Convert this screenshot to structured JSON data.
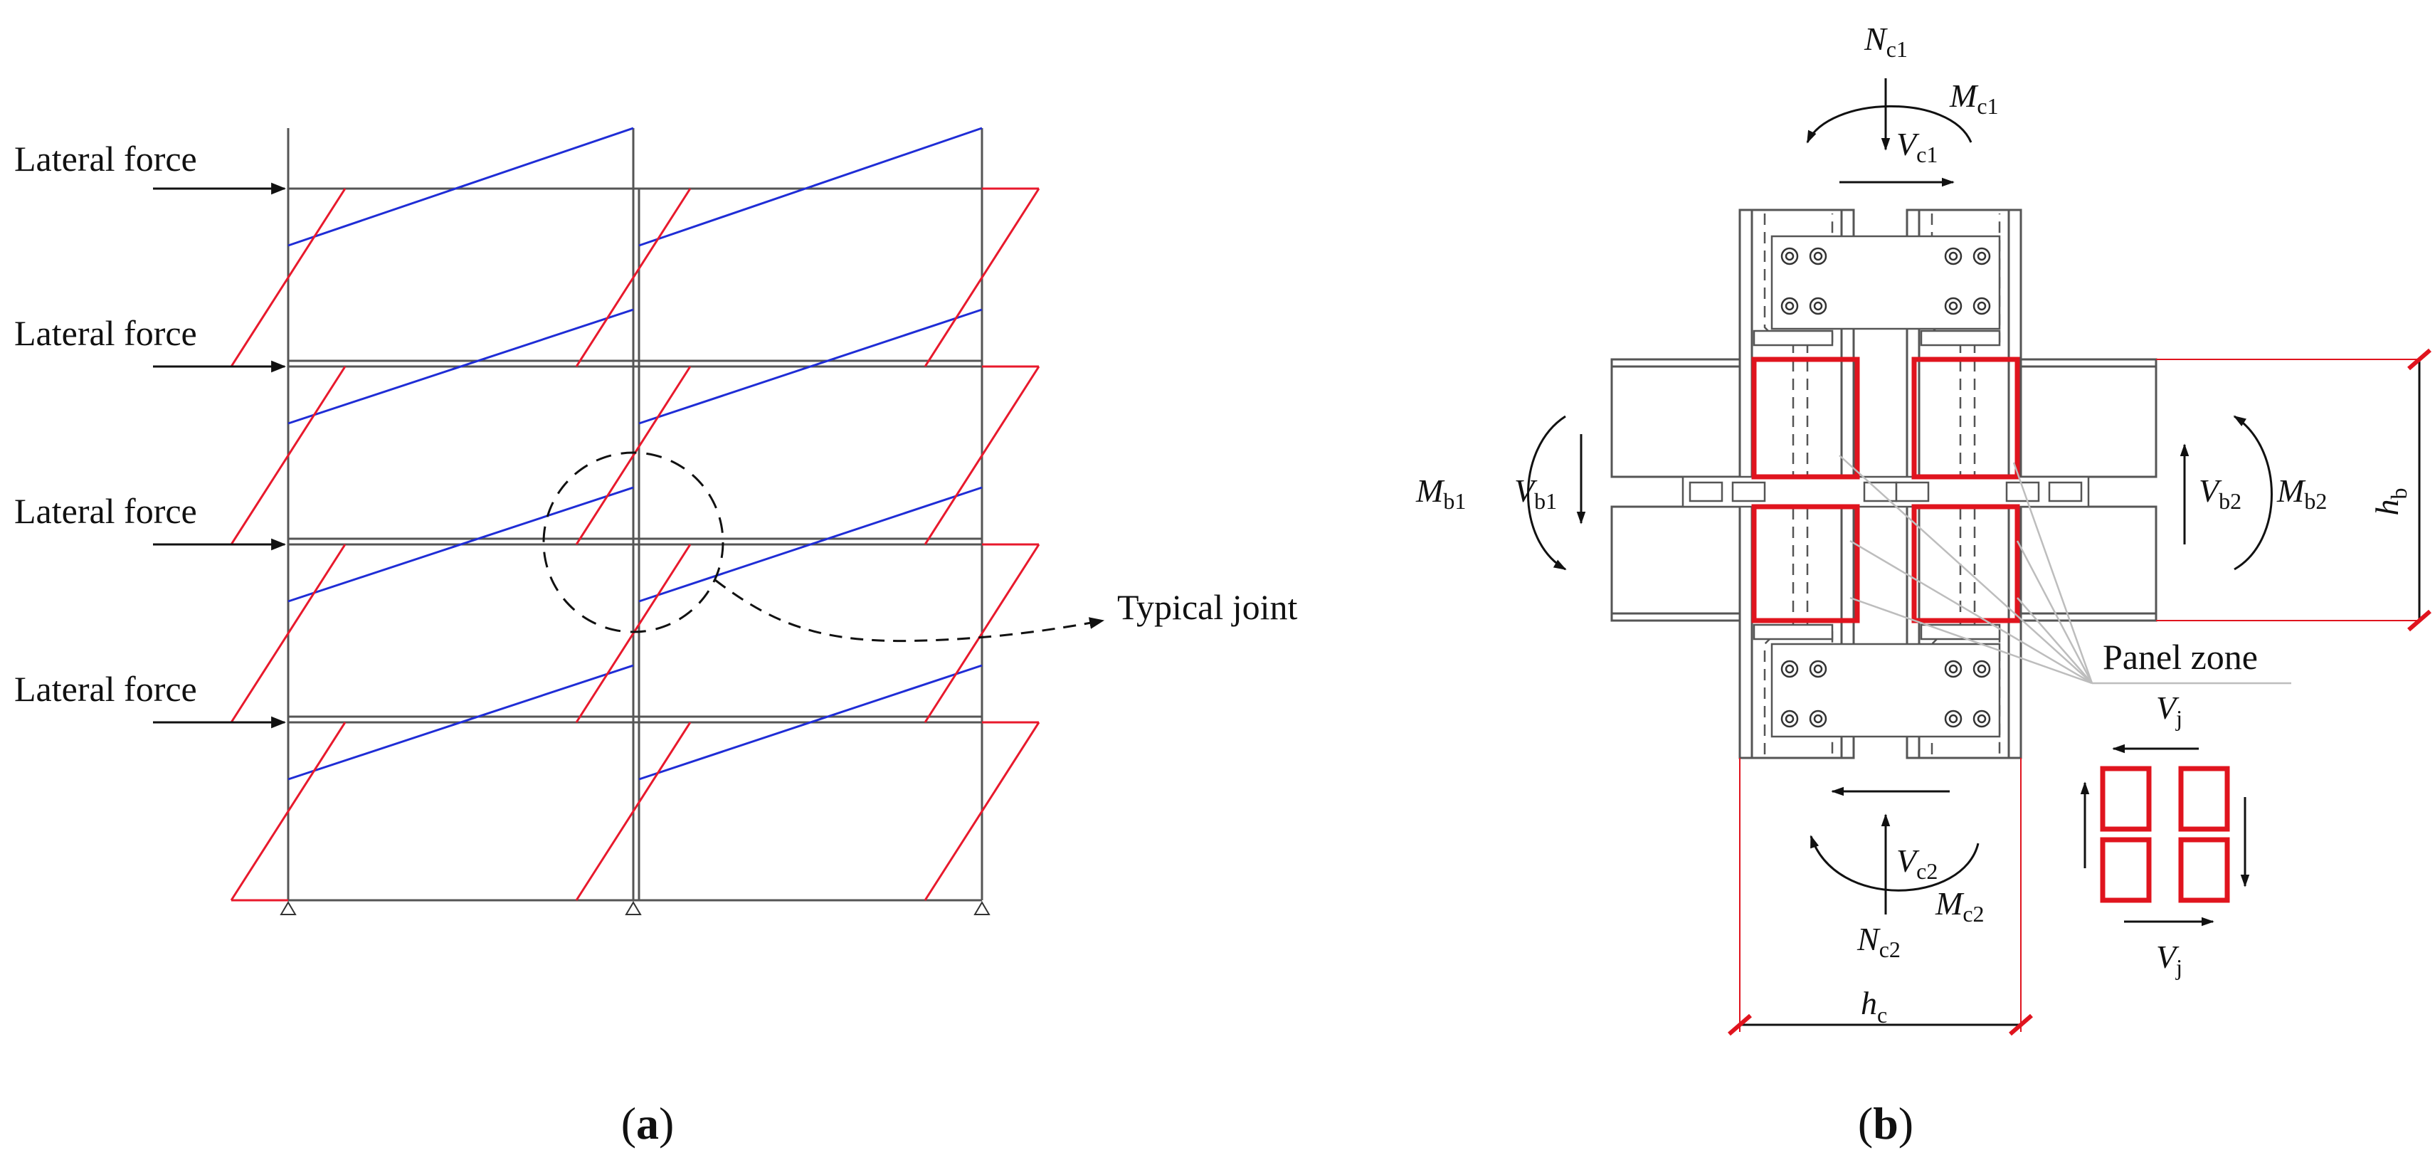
{
  "panel_a": {
    "caption_open": "(",
    "caption_letter": "a",
    "caption_close": ")",
    "lateral_force_labels": [
      "Lateral force",
      "Lateral force",
      "Lateral force",
      "Lateral force"
    ],
    "typical_joint_label": "Typical joint"
  },
  "panel_b": {
    "caption_open": "(",
    "caption_letter": "b",
    "caption_close": ")",
    "panel_zone_label": "Panel zone",
    "symbols": {
      "nc1": {
        "main": "N",
        "sub": "c1"
      },
      "mc1": {
        "main": "M",
        "sub": "c1"
      },
      "vc1": {
        "main": "V",
        "sub": "c1"
      },
      "mb1": {
        "main": "M",
        "sub": "b1"
      },
      "vb1": {
        "main": "V",
        "sub": "b1"
      },
      "vb2": {
        "main": "V",
        "sub": "b2"
      },
      "mb2": {
        "main": "M",
        "sub": "b2"
      },
      "hb": {
        "main": "h",
        "sub": "b"
      },
      "vc2": {
        "main": "V",
        "sub": "c2"
      },
      "mc2": {
        "main": "M",
        "sub": "c2"
      },
      "nc2": {
        "main": "N",
        "sub": "c2"
      },
      "hc": {
        "main": "h",
        "sub": "c"
      },
      "vj_top": {
        "main": "V",
        "sub": "j"
      },
      "vj_bottom": {
        "main": "V",
        "sub": "j"
      }
    }
  },
  "colors": {
    "frame": "#555555",
    "drift_red": "#e8192c",
    "drift_blue": "#1f2dd6",
    "highlight_red": "#e0141e",
    "ink": "#111111",
    "light_gray": "#b8b8b8"
  }
}
